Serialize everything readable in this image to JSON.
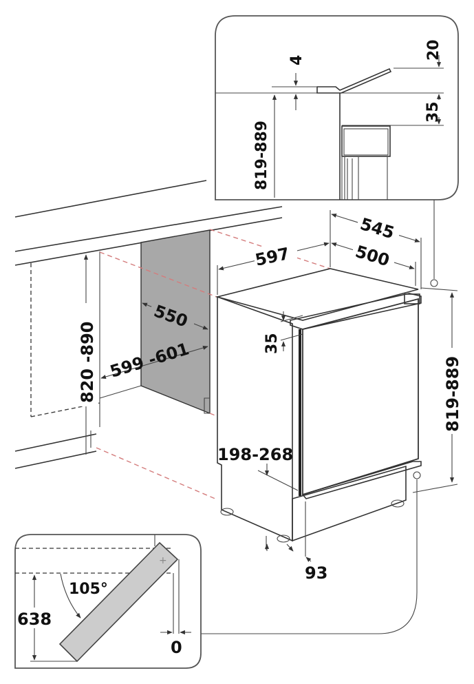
{
  "diagram": {
    "title": "",
    "subject": "built-in under-counter refrigerator installation dimensions",
    "units": "mm",
    "colors": {
      "line": "#333333",
      "cabinet_side_panel": "#a8a8a8",
      "door_panel": "#cccccc",
      "projection_lines": "#d47c7c"
    },
    "top_detail": {
      "heights": {
        "label": "819-889"
      },
      "gap": {
        "label": "4"
      },
      "hinge_raise": {
        "label": "20"
      },
      "top_clearance": {
        "label": "35"
      }
    },
    "main_view": {
      "appliance_width": {
        "label": "597"
      },
      "appliance_depth_total": {
        "label": "545"
      },
      "appliance_depth_body": {
        "label": "500"
      },
      "niche_depth": {
        "label": "550"
      },
      "niche_width": {
        "label": "599 -601"
      },
      "niche_height": {
        "label": "820 -890"
      },
      "top_gap": {
        "label": "35"
      },
      "appliance_height": {
        "label": "819-889"
      },
      "plinth_height": {
        "label": "198-268"
      },
      "plinth_depth": {
        "label": "93"
      }
    },
    "door_detail": {
      "opening_angle": {
        "label": "105°"
      },
      "door_swing_depth": {
        "label": "638"
      },
      "side_clearance": {
        "label": "0"
      }
    }
  }
}
